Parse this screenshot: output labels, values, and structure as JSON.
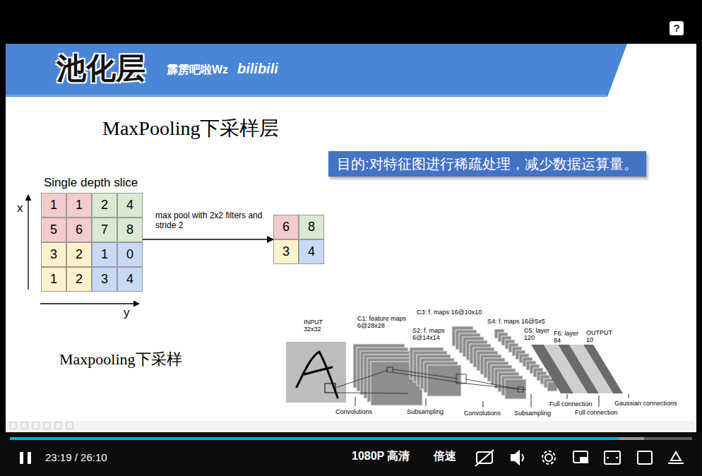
{
  "diagram": {
    "nodes": [
      {
        "text": [
          "池化层"
        ]
      },
      {
        "text": [
          "目的:对特征图进行稀疏处理，减少数据运算量。"
        ]
      },
      {
        "text": [
          "Single depth slice"
        ]
      },
      {
        "text": [
          "1"
        ],
        "in": 2
      },
      {
        "text": [
          "1"
        ],
        "in": 2
      },
      {
        "text": [
          "2"
        ],
        "in": 2
      },
      {
        "text": [
          "4"
        ],
        "in": 2
      },
      {
        "text": [
          "5"
        ],
        "in": 2
      },
      {
        "text": [
          "6"
        ],
        "in": 2
      },
      {
        "text": [
          "7"
        ],
        "in": 2
      },
      {
        "text": [
          "8"
        ],
        "in": 2
      },
      {
        "text": [
          "3"
        ],
        "in": 2
      },
      {
        "text": [
          "2"
        ],
        "in": 2
      },
      {
        "text": [
          "1"
        ],
        "in": 2
      },
      {
        "text": [
          "0"
        ],
        "in": 2
      },
      {
        "text": [
          "1"
        ],
        "in": 2
      },
      {
        "text": [
          "2"
        ],
        "in": 2
      },
      {
        "text": [
          "3"
        ],
        "in": 2
      },
      {
        "text": [
          "4"
        ],
        "in": 2
      },
      {
        "text": []
      },
      {
        "text": [
          "6"
        ],
        "in": 19
      },
      {
        "text": [
          "8"
        ],
        "in": 19
      },
      {
        "text": [
          "3"
        ],
        "in": 19
      },
      {
        "text": [
          "4"
        ],
        "in": 19
      }
    ],
    "edges": [
      {
        "from": 2,
        "to": 19,
        "arrow": "to",
        "label": "max pool with 2x2 filters and stride 2"
      }
    ],
    "labels": [
      "霹雳吧啦Wz",
      "bilibili",
      "MaxPooling下采样层",
      "x",
      "y",
      "Maxpooling下采样",
      "INPUT 32x32",
      "C1: feature maps 6@28x28",
      "S2: f. maps 6@14x14",
      "C3: f. maps 16@10x10",
      "S4: f. maps 16@5x5",
      "C5: layer 120",
      "F6: layer 84",
      "OUTPUT 10",
      "Convolutions",
      "Subsampling",
      "Convolutions",
      "Subsampling",
      "Full connection",
      "Full connection",
      "Gaussian connections",
      "?",
      "23:19 / 26:10",
      "1080P 高清",
      "倍速"
    ]
  }
}
